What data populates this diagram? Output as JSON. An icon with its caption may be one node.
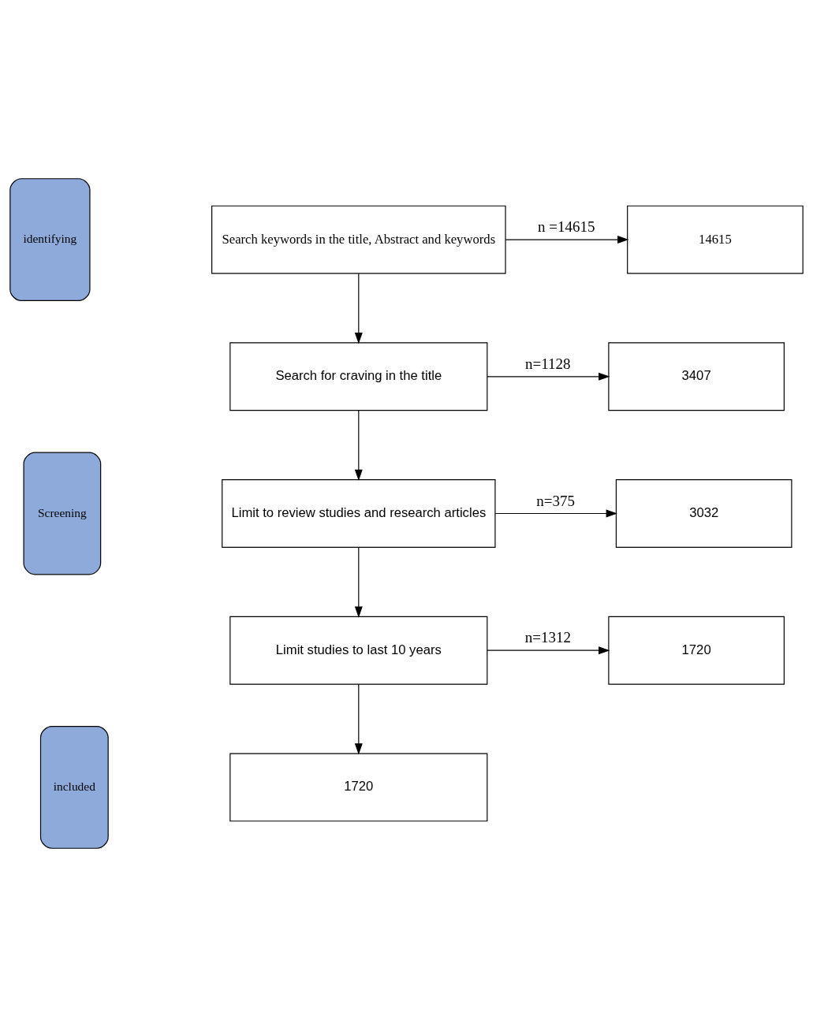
{
  "diagram": {
    "nodes": [
      {
        "text": [
          "identifying"
        ]
      },
      {
        "text": [
          "Search keywords in the title, Abstract and keywords"
        ]
      },
      {
        "text": [
          "14615"
        ]
      },
      {
        "text": [
          "Search for craving in the title"
        ]
      },
      {
        "text": [
          "3407"
        ]
      },
      {
        "text": [
          "Screening"
        ]
      },
      {
        "text": [
          "Limit to review studies and research articles"
        ]
      },
      {
        "text": [
          "3032"
        ]
      },
      {
        "text": [
          "Limit studies to last 10 years"
        ]
      },
      {
        "text": [
          "1720"
        ]
      },
      {
        "text": [
          "included"
        ]
      },
      {
        "text": [
          "1720"
        ]
      }
    ],
    "edges": [
      {
        "from": 1,
        "to": 2,
        "arrow": "to",
        "label": "n =14615"
      },
      {
        "from": 1,
        "to": 3,
        "arrow": "to"
      },
      {
        "from": 3,
        "to": 4,
        "arrow": "to",
        "label": "n=1128"
      },
      {
        "from": 3,
        "to": 6,
        "arrow": "to"
      },
      {
        "from": 6,
        "to": 7,
        "arrow": "to",
        "label": "n=375"
      },
      {
        "from": 6,
        "to": 8,
        "arrow": "to"
      },
      {
        "from": 8,
        "to": 9,
        "arrow": "to",
        "label": "n=1312"
      },
      {
        "from": 8,
        "to": 11,
        "arrow": "to"
      }
    ]
  }
}
